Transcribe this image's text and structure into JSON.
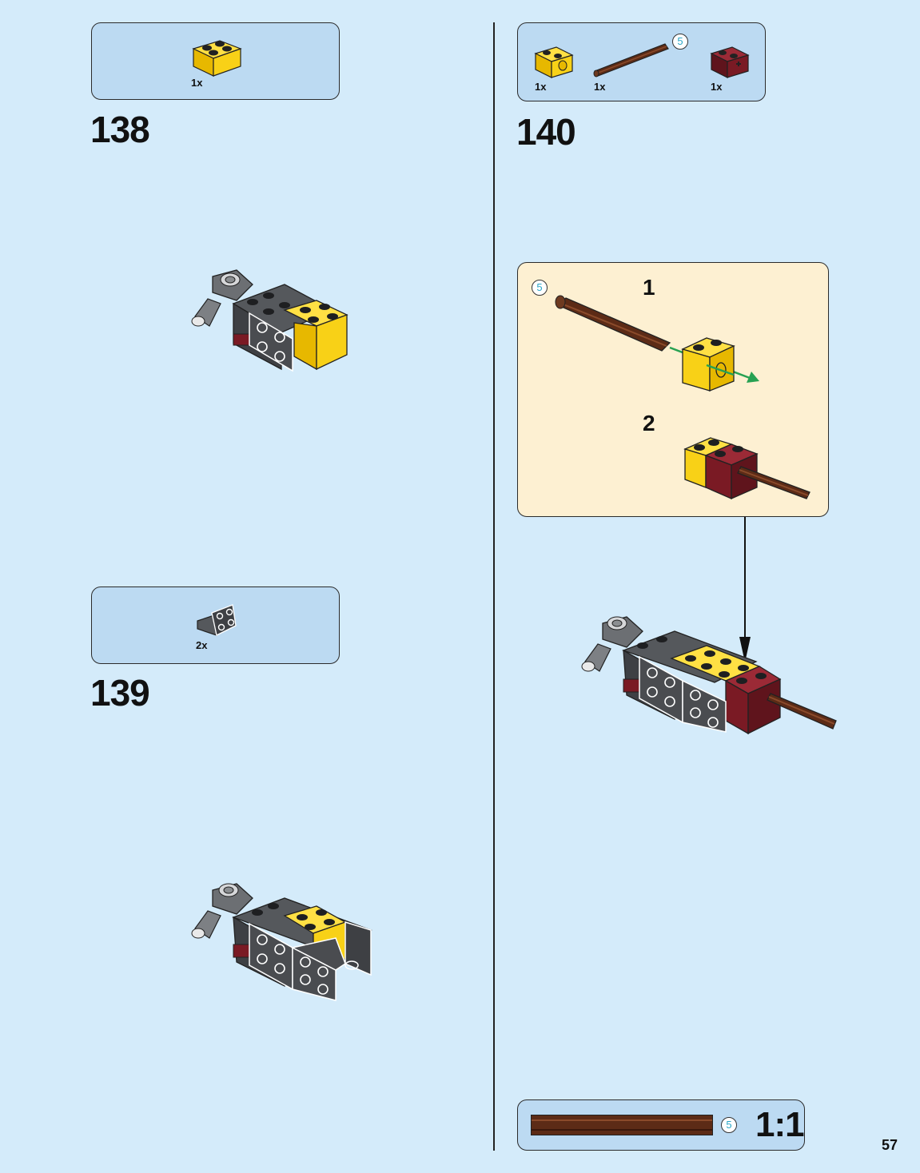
{
  "page_number": "57",
  "steps": [
    {
      "number": "138",
      "parts": [
        {
          "qty": "1x",
          "part": "yellow-brick-2x2-icon"
        }
      ]
    },
    {
      "number": "139",
      "parts": [
        {
          "qty": "2x",
          "part": "dark-gray-bracket-1x2-2x2-icon"
        }
      ]
    },
    {
      "number": "140",
      "parts": [
        {
          "qty": "1x",
          "part": "yellow-technic-brick-1x2-icon"
        },
        {
          "qty": "1x",
          "part": "brown-axle-5-icon",
          "length": "5"
        },
        {
          "qty": "1x",
          "part": "dark-red-technic-brick-axle-hole-icon"
        }
      ]
    }
  ],
  "substeps": [
    {
      "number": "1",
      "axle_length": "5"
    },
    {
      "number": "2"
    }
  ],
  "scale_check": {
    "length": "5",
    "label": "1:1"
  },
  "colors": {
    "background": "#d4ebfa",
    "callout": "#bcdaf2",
    "substep_panel": "#fdf0d2",
    "yellow": "#f8d117",
    "dark_red": "#7a1a24",
    "brown": "#5c2b16",
    "dark_gray": "#55585c",
    "arrow_green": "#27a152"
  }
}
